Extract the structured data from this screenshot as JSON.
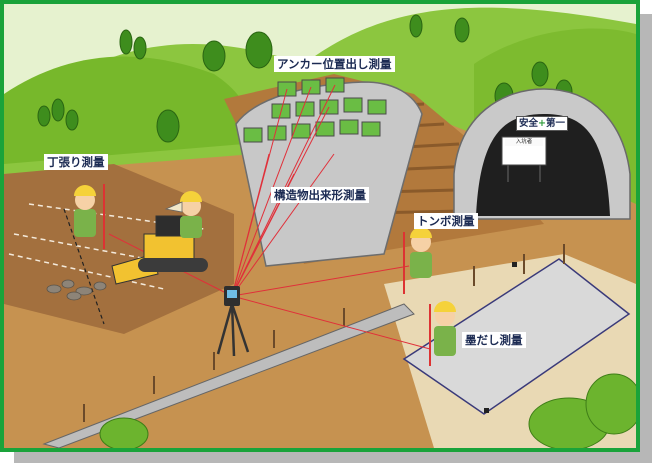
{
  "labels": {
    "anchor_survey": "アンカー位置出し測量",
    "layout_stake_survey": "丁張り測量",
    "structure_survey": "構造物出来形測量",
    "dragonfly_survey": "トンボ測量",
    "ink_marking_survey": "墨だし測量"
  },
  "tunnel_sign": {
    "left": "安全",
    "plus": "+",
    "right": "第一"
  },
  "notice_board": "入坑者",
  "colors": {
    "frame_border": "#1aa33a",
    "frame_shadow": "#b7b7b7",
    "hill_green": "#7cbc2e",
    "soil": "#b98a4e",
    "concrete": "#c8c8c8",
    "survey_line": "#e0303a",
    "label_text": "#1b2a52"
  }
}
